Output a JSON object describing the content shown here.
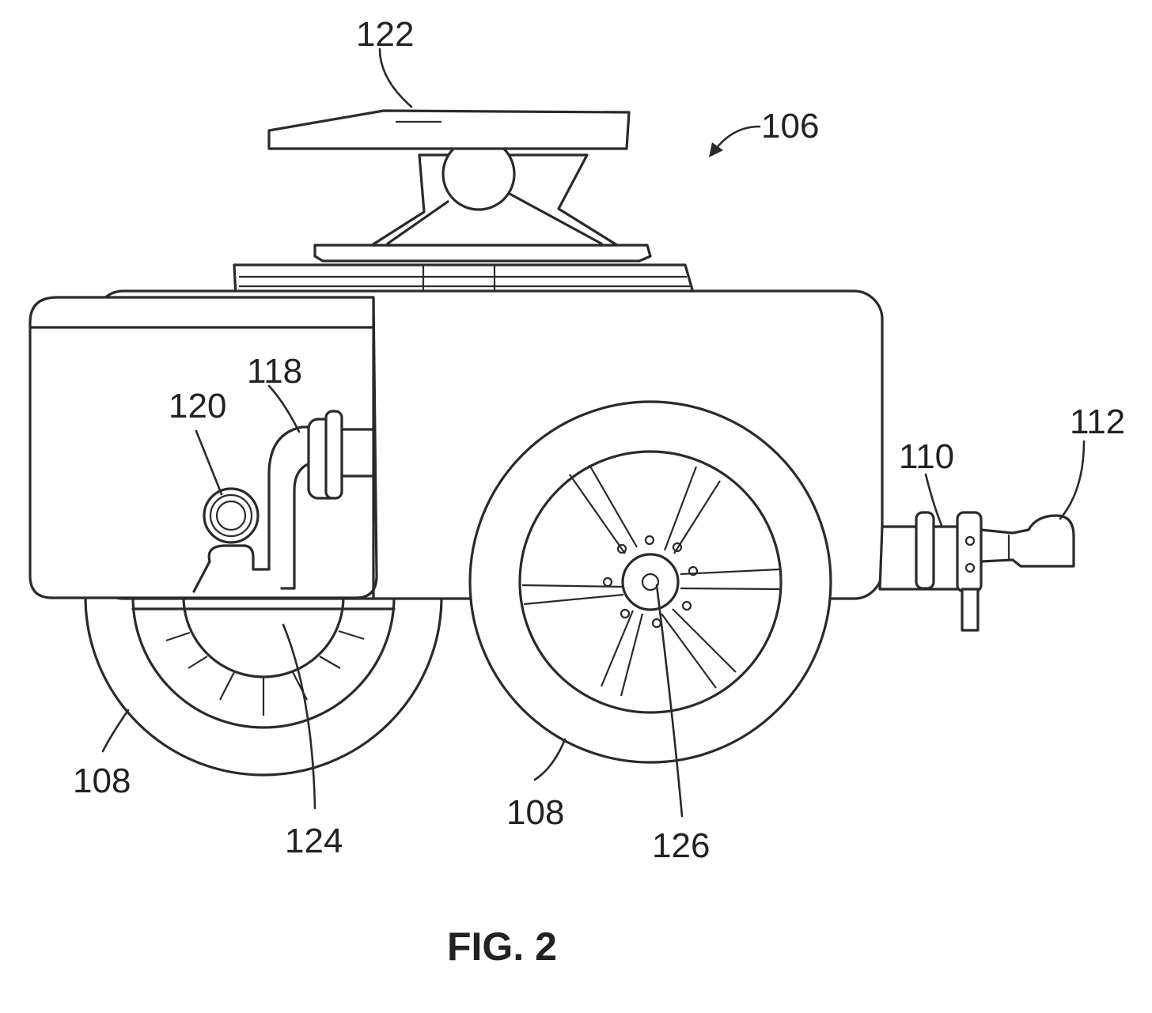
{
  "figure": {
    "caption": "FIG. 2",
    "labels": {
      "device": "106",
      "seat": "122",
      "pipe_elbow": "118",
      "coupling": "120",
      "rear_wheel_hub": "124",
      "front_wheel_hub": "126",
      "rear_wheel": "108",
      "front_wheel": "108",
      "tow_shaft": "110",
      "hitch": "112"
    }
  }
}
